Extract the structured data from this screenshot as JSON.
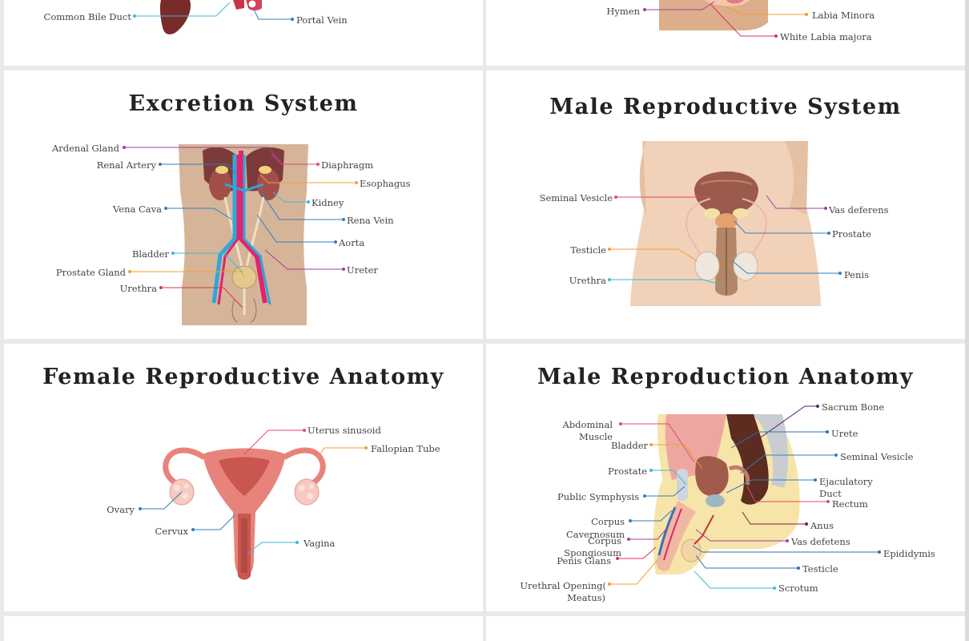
{
  "cards": {
    "liver": {
      "labels": {
        "common_bile_duct": "Common Bile Duct",
        "portal_vein": "Portal Vein"
      }
    },
    "female_external": {
      "labels": {
        "hymen": "Hymen",
        "labia_minora": "Labia Minora",
        "labia_majora": "White Labia majora"
      }
    },
    "excretion": {
      "title": "Excretion System",
      "labels": {
        "adrenal_gland": "Ardenal Gland",
        "renal_artery": "Renal Artery",
        "vena_cava": "Vena Cava",
        "bladder": "Bladder",
        "prostate_gland": "Prostate Gland",
        "urethra": "Urethra",
        "diaphragm": "Diaphragm",
        "esophagus": "Esophagus",
        "kidney": "Kidney",
        "rena_vein": "Rena Vein",
        "aorta": "Aorta",
        "ureter": "Ureter"
      }
    },
    "male_repro_system": {
      "title": "Male Reproductive System",
      "labels": {
        "seminal_vesicle": "Seminal Vesicle",
        "testicle": "Testicle",
        "urethra": "Urethra",
        "vas_deferens": "Vas deferens",
        "prostate": "Prostate",
        "penis": "Penis"
      }
    },
    "female_repro_anatomy": {
      "title": "Female Reproductive Anatomy",
      "labels": {
        "uterus_sinusoid": "Uterus sinusoid",
        "fallopian_tube": "Fallopian Tube",
        "ovary": "Ovary",
        "cervux": "Cervux",
        "vagina": "Vagina"
      }
    },
    "male_repro_anatomy": {
      "title": "Male Reproduction Anatomy",
      "labels": {
        "abdominal_muscle_1": "Abdominal",
        "abdominal_muscle_2": "Muscle",
        "bladder": "Bladder",
        "prostate": "Prostate",
        "public_symphysis": "Public Symphysis",
        "corpus_cavernosum_1": "Corpus",
        "corpus_cavernosum_2": "Cavernosum",
        "corpus_spongiosum_1": "Corpus",
        "corpus_spongiosum_2": "Spongiosum",
        "penis_glans": "Penis Glans",
        "urethral_opening_1": "Urethral Opening(",
        "urethral_opening_2": "Meatus)",
        "sacrum_bone": "Sacrum Bone",
        "urete": "Urete",
        "seminal_vesicle": "Seminal Vesicle",
        "ejaculatory_duct_1": "Ejaculatory",
        "ejaculatory_duct_2": "Duct",
        "rectum": "Rectum",
        "anus": "Anus",
        "vas_defetens": "Vas defetens",
        "epididymis": "Epididymis",
        "testicle": "Testicle",
        "scrotum": "Scrotum"
      }
    }
  },
  "colors": {
    "background": "#e9e9e9",
    "card": "#ffffff",
    "skin": "#d9b497",
    "skin_light": "#f1d2b8",
    "organ_red": "#b85a56",
    "uterus": "#e8837b",
    "artery_blue": "#2ea7dc",
    "vein_magenta": "#e0246d",
    "line_cyan": "#3bbbd6",
    "line_blue": "#2f7fc1",
    "line_red": "#d9354c",
    "line_orange": "#f0a030",
    "line_purple": "#a23ea5",
    "line_pink": "#e04b6a"
  }
}
